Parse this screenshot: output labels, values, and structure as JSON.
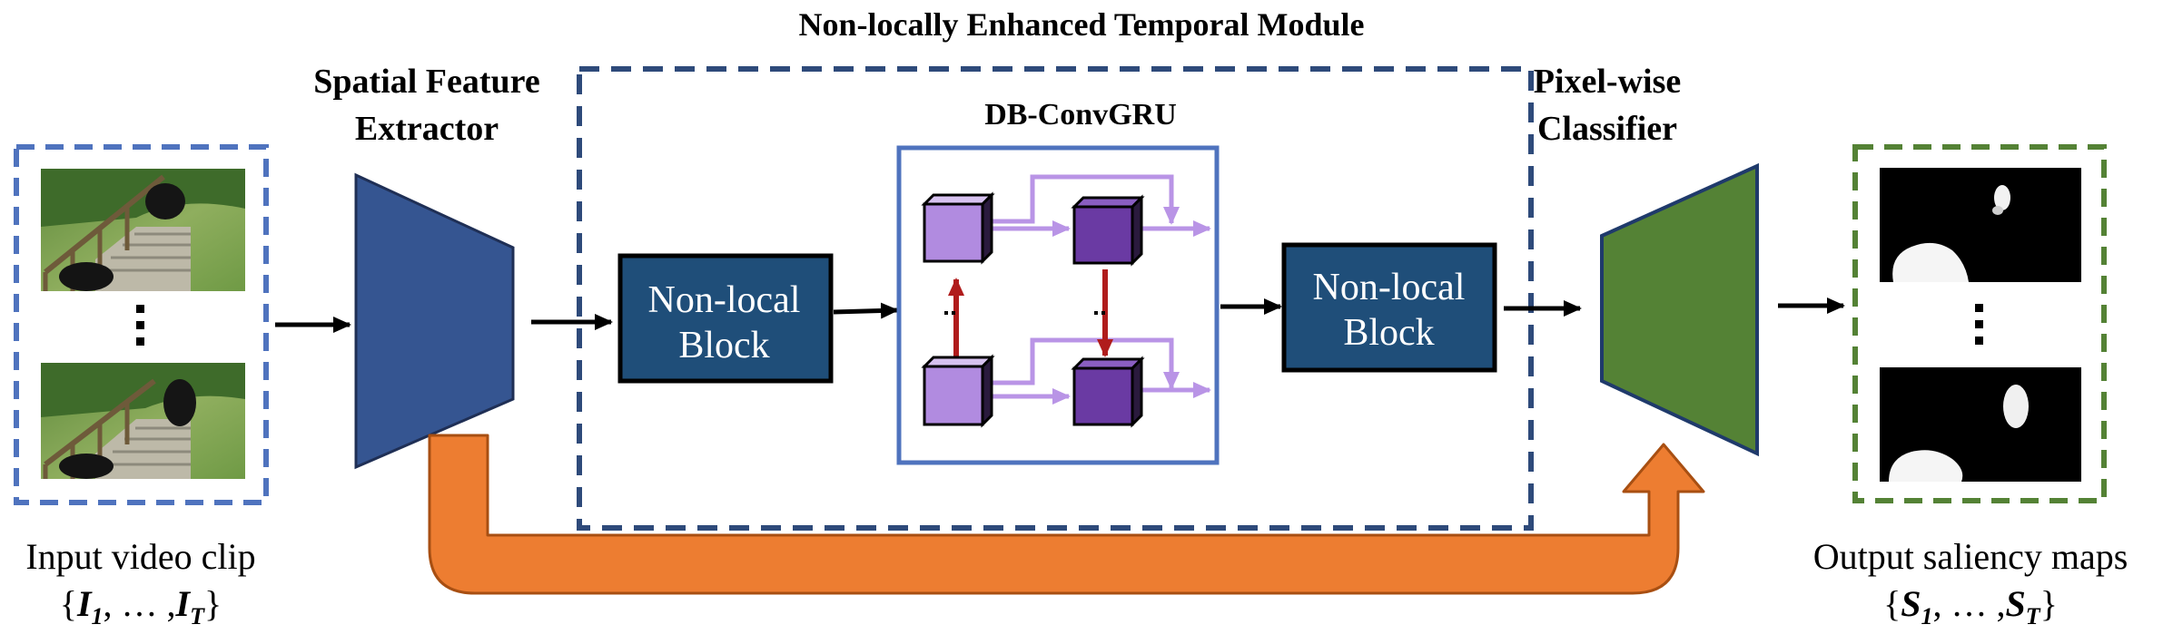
{
  "title": "Non-locally Enhanced Temporal Module",
  "spatial_feature_extractor": {
    "label_line1": "Spatial Feature",
    "label_line2": "Extractor"
  },
  "db_convgru": {
    "label": "DB-ConvGRU"
  },
  "non_local_block_1": {
    "line1": "Non-local",
    "line2": "Block"
  },
  "non_local_block_2": {
    "line1": "Non-local",
    "line2": "Block"
  },
  "pixel_wise_classifier": {
    "label_line1": "Pixel-wise",
    "label_line2": "Classifier"
  },
  "input": {
    "caption": "Input video clip",
    "set_first": "I",
    "set_first_sub": "1",
    "set_last": "I",
    "set_last_sub": "T",
    "ellipsis": "…"
  },
  "output": {
    "caption": "Output saliency maps",
    "set_first": "S",
    "set_first_sub": "1",
    "set_last": "S",
    "set_last_sub": "T",
    "ellipsis": "…"
  },
  "colors": {
    "dashed_blue_light": "#4f73be",
    "dashed_blue_dark": "#2e4a7a",
    "extractor_fill": "#355591",
    "block_fill": "#1f4e79",
    "classifier_fill": "#548235",
    "classifier_stroke": "#1f3a6b",
    "dashed_green": "#548235",
    "cube_light": "#b18be0",
    "cube_dark": "#6a3aa3",
    "gru_arrow_light": "#b994e6",
    "gru_arrow_red": "#b01c1c",
    "skip_fill": "#ed7d31",
    "skip_stroke": "#a84f12"
  }
}
